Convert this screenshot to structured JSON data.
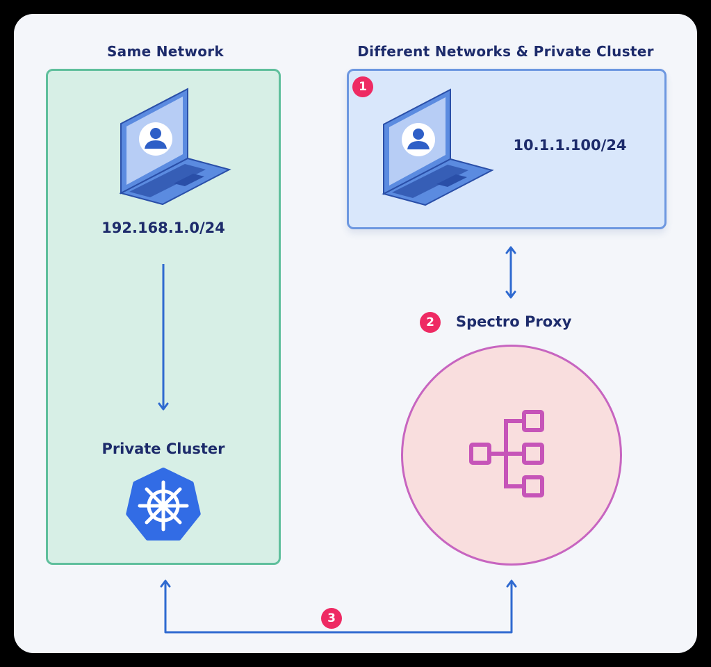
{
  "headings": {
    "left": "Same Network",
    "right": "Different Networks & Private Cluster"
  },
  "left_panel": {
    "ip": "192.168.1.0/24",
    "cluster_label": "Private Cluster",
    "icons": [
      "laptop-user-icon",
      "kubernetes-helm-icon"
    ]
  },
  "right_panel": {
    "ip": "10.1.1.100/24",
    "badge": "1",
    "icons": [
      "laptop-user-icon"
    ]
  },
  "proxy": {
    "label": "Spectro Proxy",
    "badge": "2",
    "icon": "tree-hierarchy-icon"
  },
  "connection": {
    "badge": "3"
  },
  "colors": {
    "background": "#f4f6fa",
    "green_panel_fill": "#d7efe6",
    "green_panel_border": "#5fbf9c",
    "blue_panel_fill": "#d9e7fb",
    "blue_panel_border": "#6d97e0",
    "proxy_fill": "#f9dede",
    "proxy_border": "#c765c0",
    "badge": "#ee2a63",
    "text": "#1d2b6b",
    "arrow": "#2f6ad0",
    "kubernetes": "#326ce5"
  }
}
